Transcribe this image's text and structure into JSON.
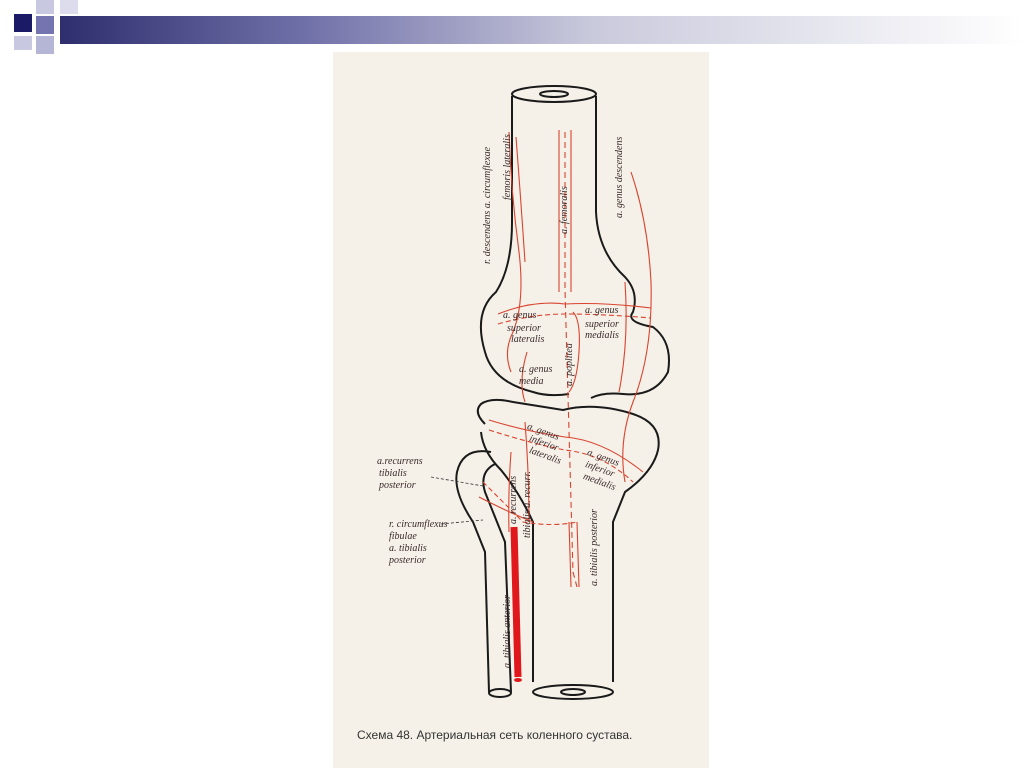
{
  "slide": {
    "header_colors": {
      "dark": "#1a1a66",
      "mid": "#7474b0",
      "light": "#c8c8e0"
    }
  },
  "diagram": {
    "labels": {
      "descendens_circumflexae": "r. descendens a. circumflexae",
      "femoris_lateralis": "femoris lateralis",
      "femoralis": "a. femoralis",
      "genus_descendens": "a. genus descendens",
      "genus_left": "a. genus",
      "superior_left": "superior",
      "lateralis_left": "lateralis",
      "genus_right": "a. genus",
      "superior_right": "superior",
      "medialis_right": "medialis",
      "genus_media_1": "a. genus",
      "genus_media_2": "media",
      "poplitea": "a. poplitea",
      "genus_inf_1": "a. genus",
      "genus_inf_2": "inferior",
      "genus_inf_3": "lateralis",
      "genus_inf_med_1": "a. genus",
      "genus_inf_med_2": "inferior",
      "genus_inf_med_3": "medialis",
      "recurrens_1": "a.recurrens",
      "recurrens_2": "tibialis",
      "recurrens_3": "posterior",
      "circumflexus_1": "r. circumflexus",
      "circumflexus_2": "fibulae",
      "circumflexus_3": "a. tibialis",
      "circumflexus_4": "posterior",
      "tibialis_anterior": "a. tibialis anterior",
      "tibialis_posterior": "a. tibialis posterior",
      "recurrens_ant": "a. recurrens",
      "tibialis_a_recurrens": "tibialis a. recurr."
    },
    "caption": "Схема 48. Артериальная сеть коленного сустава.",
    "colors": {
      "artery": "#d9442f",
      "bone": "#1a1a1a",
      "paper": "#f5f0e8",
      "main_vessel": "#e0181b"
    }
  }
}
